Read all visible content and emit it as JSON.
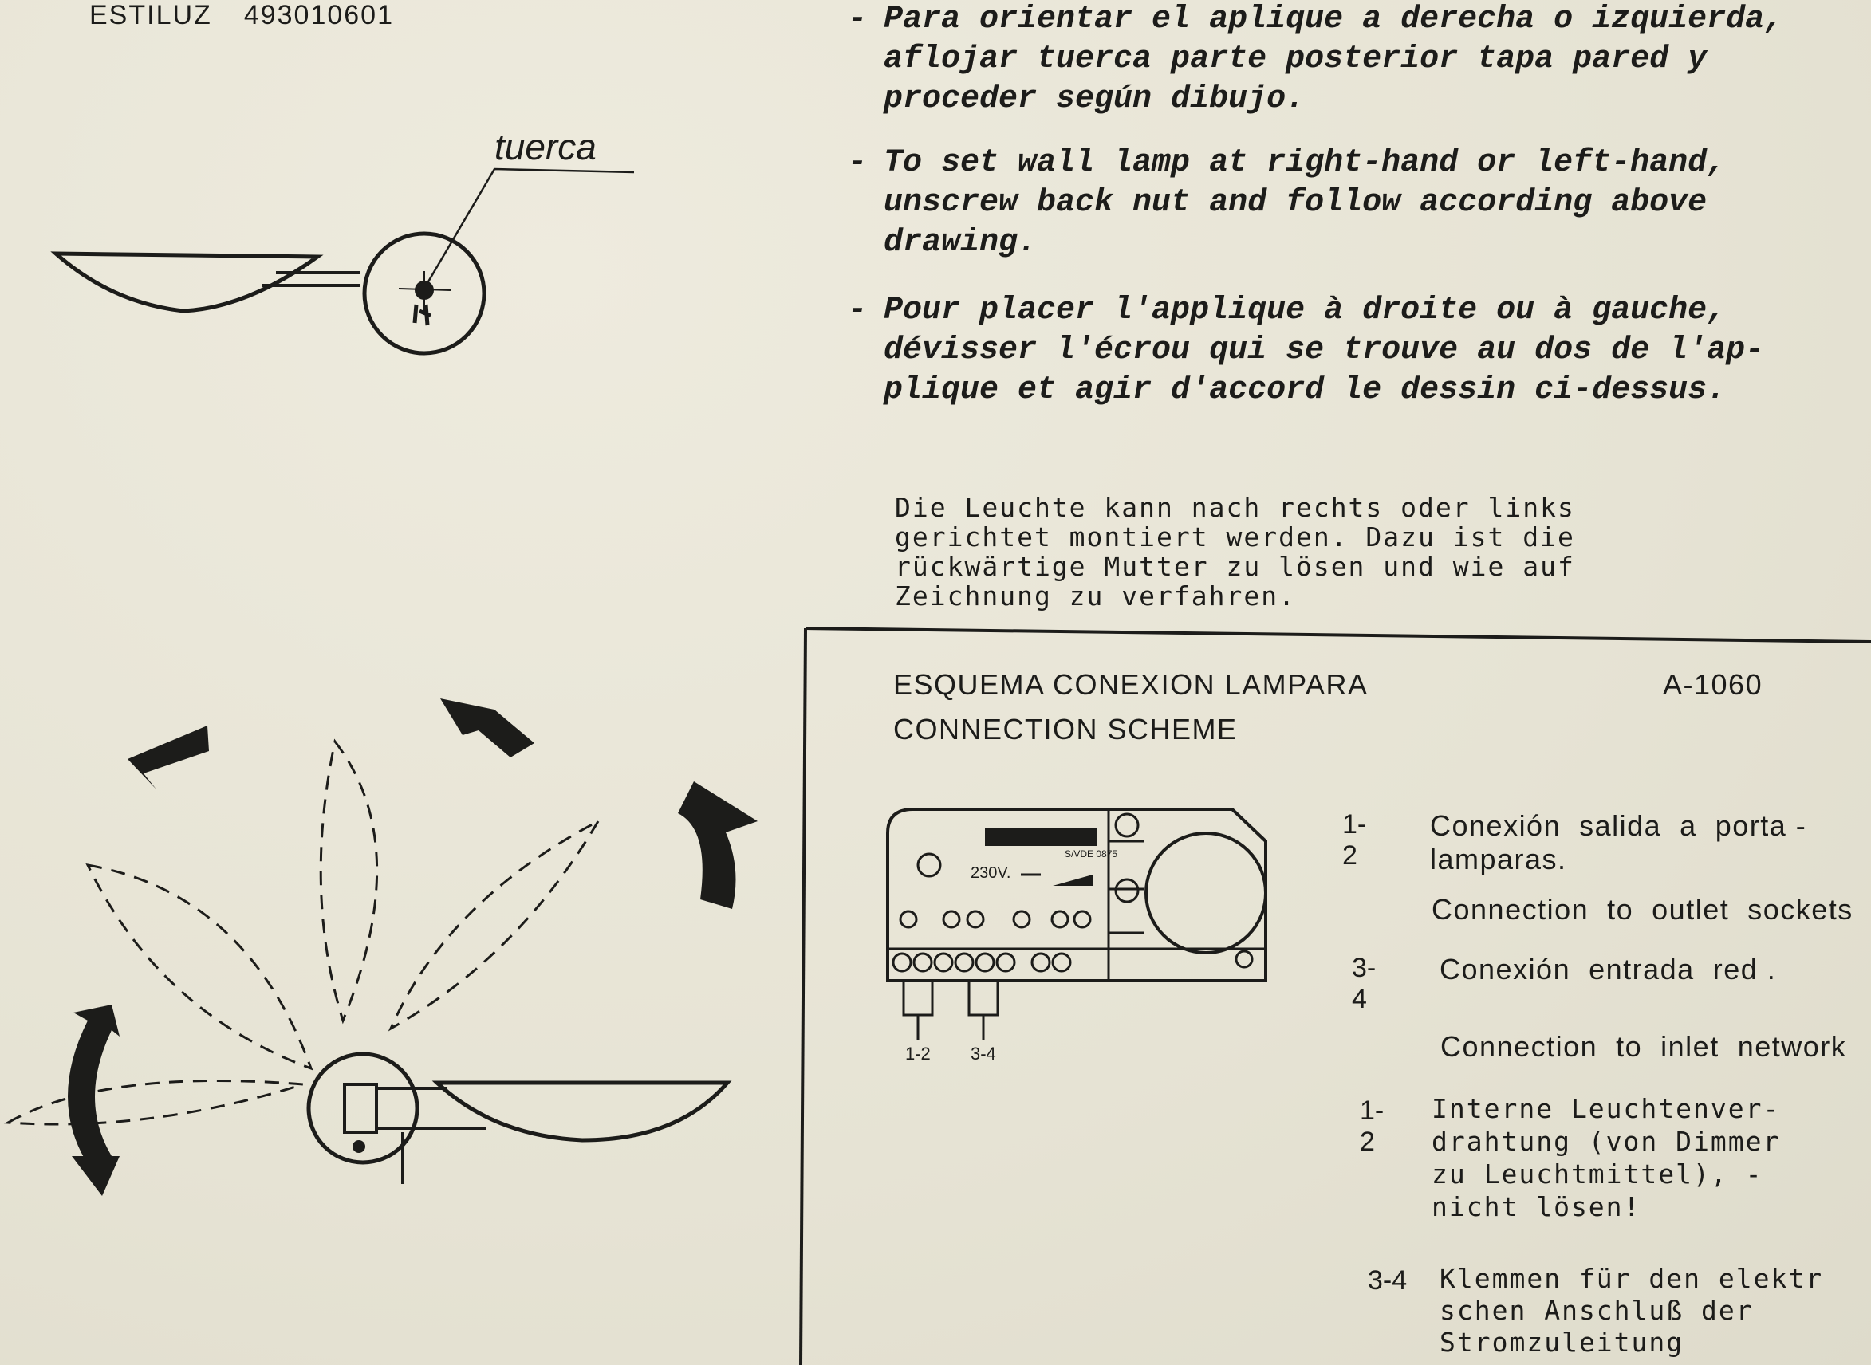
{
  "header": {
    "brand": "ESTILUZ",
    "code": "493010601"
  },
  "diagram_top": {
    "label": "tuerca"
  },
  "instructions": {
    "es": [
      "Para orientar el aplique a derecha o izquierda,",
      "aflojar tuerca parte posterior tapa pared y",
      "proceder según dibujo."
    ],
    "en": [
      "To set wall lamp at right-hand or left-hand,",
      "unscrew back nut and follow according above",
      "drawing."
    ],
    "fr": [
      "Pour placer l'applique à droite ou à gauche,",
      "dévisser l'écrou qui se trouve au dos de l'ap-",
      "plique et agir d'accord le dessin ci-dessus."
    ],
    "de": [
      "Die Leuchte kann nach rechts oder links",
      "gerichtet montiert werden. Dazu ist die",
      "rückwärtige Mutter zu lösen und wie auf",
      "Zeichnung zu verfahren."
    ]
  },
  "scheme": {
    "title_es": "ESQUEMA  CONEXION  LAMPARA",
    "title_en": "CONNECTION  SCHEME",
    "model": "A-1060",
    "device_voltage": "230V.",
    "device_norm": "S/VDE 0875",
    "terminal_labels": [
      "1-2",
      "3-4"
    ],
    "notes": [
      {
        "num": "1-2",
        "text": [
          "Conexión  salida  a  porta -",
          "lamparas."
        ]
      },
      {
        "num": "",
        "text": [
          "Connection  to  outlet  sockets"
        ]
      },
      {
        "num": "3-4",
        "text": [
          "Conexión  entrada  red ."
        ]
      },
      {
        "num": "",
        "text": [
          "Connection  to  inlet  network"
        ]
      },
      {
        "num": "1-2",
        "text": [
          "Interne Leuchtenver-",
          "drahtung (von Dimmer",
          "zu Leuchtmittel), -",
          "nicht lösen!"
        ]
      },
      {
        "num": "3-4",
        "text": [
          "Klemmen für den elektr",
          "schen Anschluß der",
          "Stromzuleitung"
        ]
      }
    ]
  }
}
